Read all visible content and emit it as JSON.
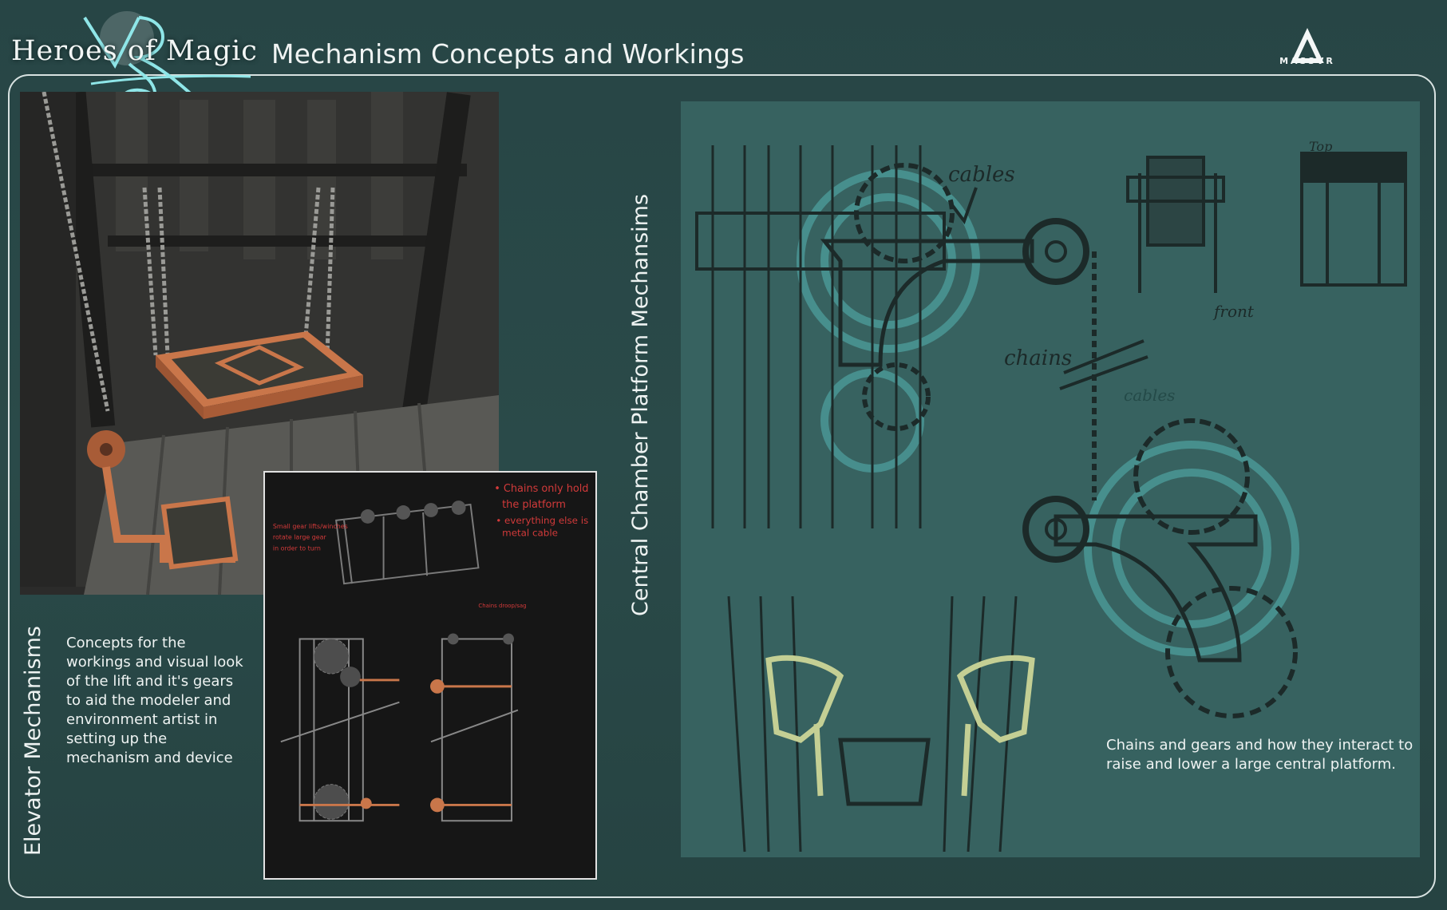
{
  "header": {
    "logo_text": "Heroes of Magic",
    "title": "Mechanism Concepts and Workings",
    "brand": "MASSVR"
  },
  "elevator": {
    "section_label": "Elevator Mechanisms",
    "description": "Concepts for the workings and visual look of the lift and it's gears to aid the modeler and environment artist in setting up the mechanism and device"
  },
  "central": {
    "section_label": "Central Chamber Platform Mechansims",
    "description": "Chains and gears and how they interact to raise and lower a large central platform."
  },
  "colors": {
    "background": "#2a4a49",
    "sketch_panel": "#376260",
    "diagram_bg": "#161616",
    "accent_orange": "#c9764a",
    "accent_teal": "#5fb3b0",
    "accent_green": "#c4cf94"
  }
}
